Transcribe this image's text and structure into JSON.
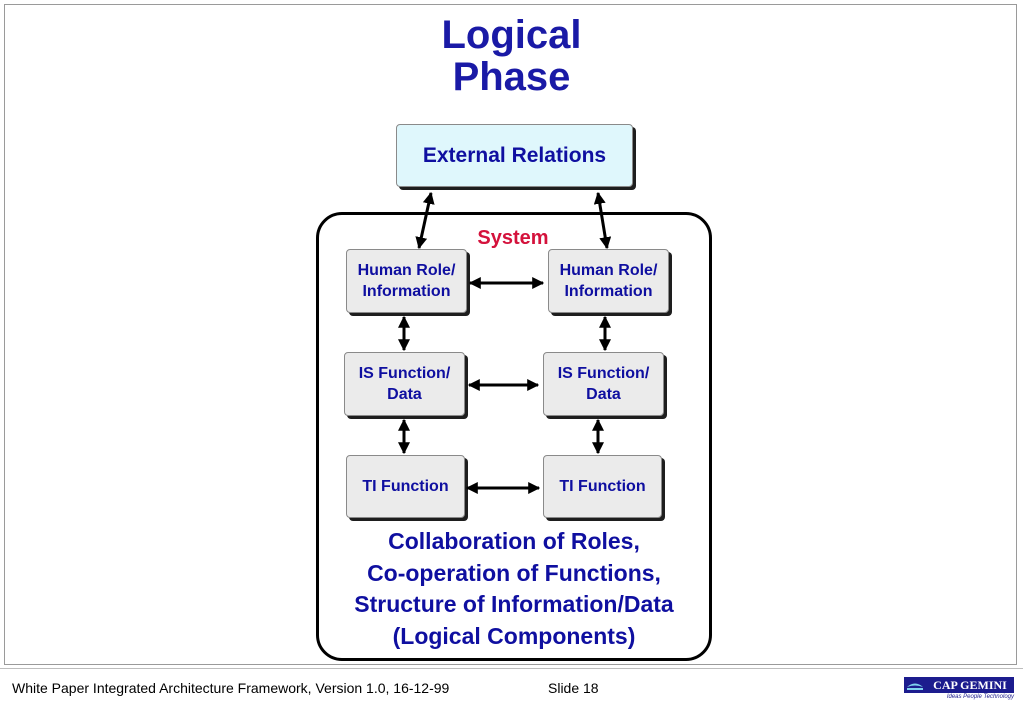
{
  "title": {
    "line1": "Logical",
    "line2": "Phase"
  },
  "external": {
    "label": "External Relations"
  },
  "system": {
    "label": "System",
    "left_column": {
      "human": [
        "Human Role/",
        "Information"
      ],
      "is": [
        "IS Function/",
        "Data"
      ],
      "ti": "TI Function"
    },
    "right_column": {
      "human": [
        "Human Role/",
        "Information"
      ],
      "is": [
        "IS Function/",
        "Data"
      ],
      "ti": "TI Function"
    },
    "caption": [
      "Collaboration of Roles,",
      "Co-operation of Functions,",
      "Structure of Information/Data",
      "(Logical Components)"
    ]
  },
  "footer": {
    "text": "White Paper Integrated Architecture Framework, Version 1.0, 16-12-99",
    "slide": "Slide 18"
  },
  "logo": {
    "name": "CAP GEMINI",
    "tagline": "Ideas People Technology",
    "icon": "ship-icon"
  },
  "colors": {
    "title": "#1a1aa6",
    "box_text": "#0f0fa0",
    "system_label": "#d4123c",
    "external_fill": "#dff7fc",
    "inner_fill": "#ebebeb"
  }
}
